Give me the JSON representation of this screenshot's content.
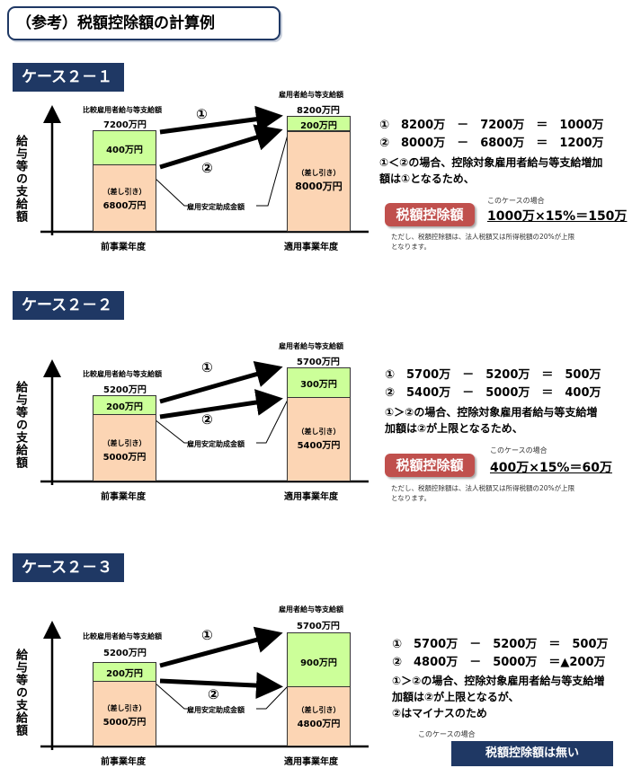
{
  "page_title": "（参考）税額控除額の計算例",
  "y_axis_label": "給与等の支給額",
  "x_prev": "前事業年度",
  "x_applied": "適用事業年度",
  "comparison_label": "比較雇用者給与等支給額",
  "applied_label": "雇用者給与等支給額",
  "subsidy_label": "雇用安定助成金額",
  "deduct_label": "（差し引き）",
  "circle1": "①",
  "circle2": "②",
  "pill_label": "税額控除額",
  "this_case": "このケースの場合",
  "footnote_line1": "ただし、税額控除額は、法人税額又は所得税額の20%が上限",
  "footnote_line2": "となります。",
  "cases": [
    {
      "badge": "ケース２－１",
      "prev_total": "7200万円",
      "prev_top": "400万円",
      "prev_bottom": "6800万円",
      "app_total": "8200万円",
      "app_top": "200万円",
      "app_bottom": "8000万円",
      "calc1": "①　8200万　－　7200万　＝　1000万",
      "calc2": "②　8000万　－　6800万　＝　1200万",
      "note1": "①＜②の場合、控除対象雇用者給与等支給増加",
      "note2": "額は①となるため、",
      "formula": "1000万×15%＝150万"
    },
    {
      "badge": "ケース２－２",
      "prev_total": "5200万円",
      "prev_top": "200万円",
      "prev_bottom": "5000万円",
      "app_total": "5700万円",
      "app_top": "300万円",
      "app_bottom": "5400万円",
      "calc1": "①　5700万　－　5200万　＝　500万",
      "calc2": "②　5400万　－　5000万　＝　400万",
      "note1": "①＞②の場合、控除対象雇用者給与等支給増",
      "note2": "加額は②が上限となるため、",
      "formula": "400万×15%＝60万"
    },
    {
      "badge": "ケース２－３",
      "prev_total": "5200万円",
      "prev_top": "200万円",
      "prev_bottom": "5000万円",
      "app_total": "5700万円",
      "app_top": "900万円",
      "app_bottom": "4800万円",
      "calc1": "①　5700万　－　5200万　＝　500万",
      "calc2": "②　4800万　－　5000万　＝▲200万",
      "note1": "①＞②の場合、控除対象雇用者給与等支給増",
      "note2": "加額は②が上限となるが、",
      "note3": "②はマイナスのため",
      "no_credit": "税額控除額は無い"
    }
  ]
}
